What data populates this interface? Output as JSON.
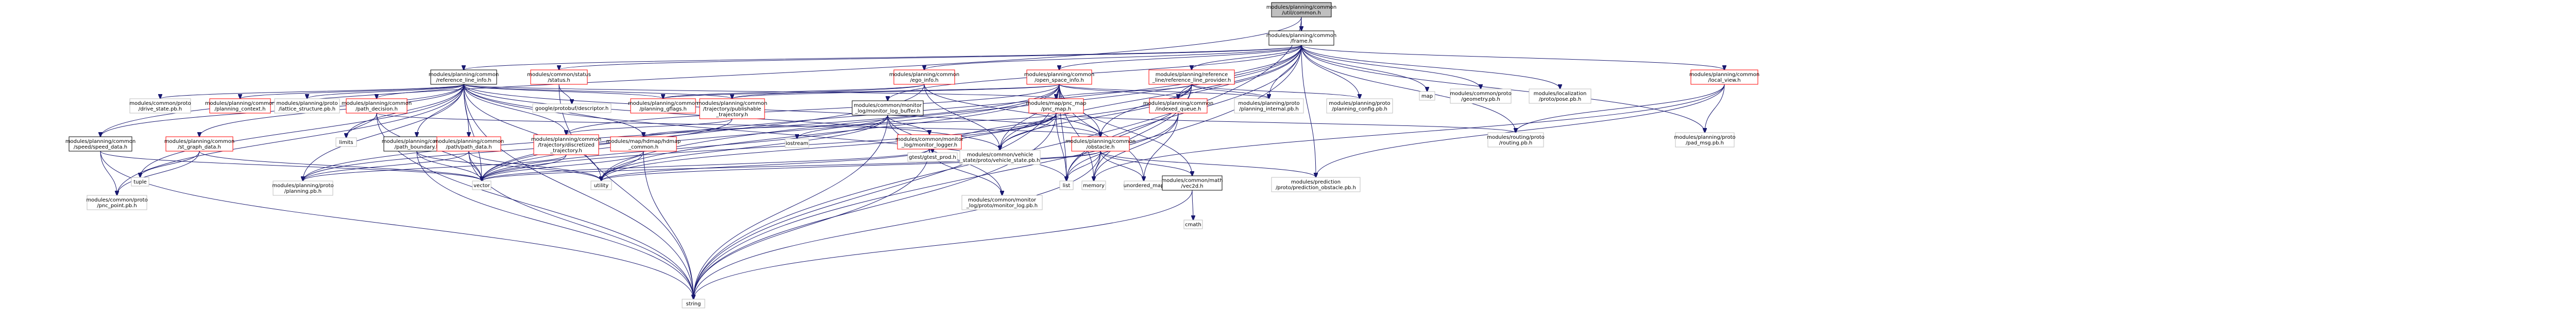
{
  "nodes": [
    {
      "id": "n0",
      "lines": [
        "modules/planning/common",
        "/util/common.h"
      ],
      "style": "root",
      "interactable": false
    },
    {
      "id": "n1",
      "lines": [
        "modules/planning/common",
        "/frame.h"
      ],
      "style": "plain",
      "interactable": true
    },
    {
      "id": "n2",
      "lines": [
        "string"
      ],
      "style": "grey",
      "interactable": false
    },
    {
      "id": "n3",
      "lines": [
        "modules/planning/common",
        "/reference_line_info.h"
      ],
      "style": "plain",
      "interactable": true
    },
    {
      "id": "n4",
      "lines": [
        "modules/common/status",
        "/status.h"
      ],
      "style": "red",
      "interactable": true
    },
    {
      "id": "n5",
      "lines": [
        "modules/planning/common",
        "/ego_info.h"
      ],
      "style": "red",
      "interactable": true
    },
    {
      "id": "n6",
      "lines": [
        "modules/planning/common",
        "/open_space_info.h"
      ],
      "style": "red",
      "interactable": true
    },
    {
      "id": "n7",
      "lines": [
        "modules/common/monitor",
        "_log/monitor_log_buffer.h"
      ],
      "style": "plain",
      "interactable": true
    },
    {
      "id": "n8",
      "lines": [
        "modules/planning/reference",
        "_line/reference_line_provider.h"
      ],
      "style": "red",
      "interactable": true
    },
    {
      "id": "n9",
      "lines": [
        "map"
      ],
      "style": "grey",
      "interactable": false
    },
    {
      "id": "n10",
      "lines": [
        "modules/common/proto",
        "/geometry.pb.h"
      ],
      "style": "grey",
      "interactable": false
    },
    {
      "id": "n11",
      "lines": [
        "modules/localization",
        "/proto/pose.pb.h"
      ],
      "style": "grey",
      "interactable": false
    },
    {
      "id": "n12",
      "lines": [
        "modules/planning/common",
        "/local_view.h"
      ],
      "style": "red",
      "interactable": true
    },
    {
      "id": "n13",
      "lines": [
        "modules/common/proto",
        "/drive_state.pb.h"
      ],
      "style": "grey",
      "interactable": false
    },
    {
      "id": "n14",
      "lines": [
        "modules/planning/common",
        "/planning_context.h"
      ],
      "style": "red",
      "interactable": true
    },
    {
      "id": "n15",
      "lines": [
        "modules/planning/proto",
        "/lattice_structure.pb.h"
      ],
      "style": "grey",
      "interactable": false
    },
    {
      "id": "n16",
      "lines": [
        "modules/planning/common",
        "/path_decision.h"
      ],
      "style": "red",
      "interactable": true
    },
    {
      "id": "n17",
      "lines": [
        "google/protobuf/descriptor.h"
      ],
      "style": "grey",
      "interactable": false
    },
    {
      "id": "n18",
      "lines": [
        "modules/planning/common",
        "/planning_gflags.h"
      ],
      "style": "red",
      "interactable": true
    },
    {
      "id": "n19",
      "lines": [
        "modules/planning/common",
        "/trajectory/publishable",
        "_trajectory.h"
      ],
      "style": "red",
      "interactable": true
    },
    {
      "id": "n20",
      "lines": [
        "modules/map/pnc_map",
        "/pnc_map.h"
      ],
      "style": "red",
      "interactable": true
    },
    {
      "id": "n21",
      "lines": [
        "modules/planning/common",
        "/indexed_queue.h"
      ],
      "style": "red",
      "interactable": true
    },
    {
      "id": "n22",
      "lines": [
        "modules/planning/proto",
        "/planning_internal.pb.h"
      ],
      "style": "grey",
      "interactable": false
    },
    {
      "id": "n23",
      "lines": [
        "modules/planning/proto",
        "/planning_config.pb.h"
      ],
      "style": "grey",
      "interactable": false
    },
    {
      "id": "n24",
      "lines": [
        "modules/routing/proto",
        "/routing.pb.h"
      ],
      "style": "grey",
      "interactable": false
    },
    {
      "id": "n25",
      "lines": [
        "modules/planning/proto",
        "/pad_msg.pb.h"
      ],
      "style": "grey",
      "interactable": false
    },
    {
      "id": "n26",
      "lines": [
        "limits"
      ],
      "style": "grey",
      "interactable": false
    },
    {
      "id": "n27",
      "lines": [
        "modules/planning/common",
        "/speed/speed_data.h"
      ],
      "style": "plain",
      "interactable": true
    },
    {
      "id": "n28",
      "lines": [
        "modules/planning/common",
        "/st_graph_data.h"
      ],
      "style": "red",
      "interactable": true
    },
    {
      "id": "n29",
      "lines": [
        "modules/planning/common",
        "/path_boundary.h"
      ],
      "style": "plain",
      "interactable": true
    },
    {
      "id": "n30",
      "lines": [
        "modules/planning/common",
        "/path/path_data.h"
      ],
      "style": "red",
      "interactable": true
    },
    {
      "id": "n31",
      "lines": [
        "modules/planning/common",
        "/trajectory/discretized",
        "_trajectory.h"
      ],
      "style": "red",
      "interactable": true
    },
    {
      "id": "n32",
      "lines": [
        "modules/map/hdmap/hdmap",
        "_common.h"
      ],
      "style": "red",
      "interactable": true
    },
    {
      "id": "n33",
      "lines": [
        "iostream"
      ],
      "style": "grey",
      "interactable": false
    },
    {
      "id": "n34",
      "lines": [
        "modules/common/monitor",
        "_log/monitor_logger.h"
      ],
      "style": "red",
      "interactable": true
    },
    {
      "id": "n35",
      "lines": [
        "gtest/gtest_prod.h"
      ],
      "style": "grey",
      "interactable": false
    },
    {
      "id": "n36",
      "lines": [
        "modules/common/vehicle",
        "_state/proto/vehicle_state.pb.h"
      ],
      "style": "grey",
      "interactable": false
    },
    {
      "id": "n37",
      "lines": [
        "modules/planning/common",
        "/obstacle.h"
      ],
      "style": "red",
      "interactable": true
    },
    {
      "id": "n38",
      "lines": [
        "modules/prediction",
        "/proto/prediction_obstacle.pb.h"
      ],
      "style": "grey",
      "interactable": false
    },
    {
      "id": "n39",
      "lines": [
        "tuple"
      ],
      "style": "grey",
      "interactable": false
    },
    {
      "id": "n40",
      "lines": [
        "modules/common/proto",
        "/pnc_point.pb.h"
      ],
      "style": "grey",
      "interactable": false
    },
    {
      "id": "n41",
      "lines": [
        "modules/planning/proto",
        "/planning.pb.h"
      ],
      "style": "grey",
      "interactable": false
    },
    {
      "id": "n42",
      "lines": [
        "vector"
      ],
      "style": "grey",
      "interactable": false
    },
    {
      "id": "n43",
      "lines": [
        "utility"
      ],
      "style": "grey",
      "interactable": false
    },
    {
      "id": "n44",
      "lines": [
        "modules/common/monitor",
        "_log/proto/monitor_log.pb.h"
      ],
      "style": "grey",
      "interactable": false
    },
    {
      "id": "n45",
      "lines": [
        "list"
      ],
      "style": "grey",
      "interactable": false
    },
    {
      "id": "n46",
      "lines": [
        "memory"
      ],
      "style": "grey",
      "interactable": false
    },
    {
      "id": "n47",
      "lines": [
        "unordered_map"
      ],
      "style": "grey",
      "interactable": false
    },
    {
      "id": "n48",
      "lines": [
        "modules/common/math",
        "/vec2d.h"
      ],
      "style": "plain",
      "interactable": true
    },
    {
      "id": "n49",
      "lines": [
        "cmath"
      ],
      "style": "grey",
      "interactable": false
    }
  ],
  "edges": [
    [
      "n0",
      "n1"
    ],
    [
      "n0",
      "n2"
    ],
    [
      "n0",
      "n27"
    ],
    [
      "n1",
      "n3"
    ],
    [
      "n1",
      "n4"
    ],
    [
      "n1",
      "n5"
    ],
    [
      "n1",
      "n6"
    ],
    [
      "n1",
      "n7"
    ],
    [
      "n1",
      "n8"
    ],
    [
      "n1",
      "n9"
    ],
    [
      "n1",
      "n10"
    ],
    [
      "n1",
      "n11"
    ],
    [
      "n1",
      "n12"
    ],
    [
      "n1",
      "n2"
    ],
    [
      "n1",
      "n21"
    ],
    [
      "n1",
      "n22"
    ],
    [
      "n1",
      "n23"
    ],
    [
      "n1",
      "n24"
    ],
    [
      "n1",
      "n25"
    ],
    [
      "n1",
      "n37"
    ],
    [
      "n1",
      "n36"
    ],
    [
      "n1",
      "n38"
    ],
    [
      "n1",
      "n45"
    ],
    [
      "n1",
      "n42"
    ],
    [
      "n1",
      "n43"
    ],
    [
      "n3",
      "n13"
    ],
    [
      "n3",
      "n14"
    ],
    [
      "n3",
      "n15"
    ],
    [
      "n3",
      "n16"
    ],
    [
      "n3",
      "n18"
    ],
    [
      "n3",
      "n19"
    ],
    [
      "n3",
      "n20"
    ],
    [
      "n3",
      "n26"
    ],
    [
      "n3",
      "n27"
    ],
    [
      "n3",
      "n28"
    ],
    [
      "n3",
      "n29"
    ],
    [
      "n3",
      "n30"
    ],
    [
      "n3",
      "n31"
    ],
    [
      "n3",
      "n32"
    ],
    [
      "n3",
      "n37"
    ],
    [
      "n3",
      "n36"
    ],
    [
      "n3",
      "n42"
    ],
    [
      "n3",
      "n43"
    ],
    [
      "n3",
      "n45"
    ],
    [
      "n3",
      "n2"
    ],
    [
      "n3",
      "n41"
    ],
    [
      "n3",
      "n40"
    ],
    [
      "n3",
      "n39"
    ],
    [
      "n4",
      "n17"
    ],
    [
      "n4",
      "n2"
    ],
    [
      "n5",
      "n18"
    ],
    [
      "n5",
      "n19"
    ],
    [
      "n5",
      "n37"
    ],
    [
      "n5",
      "n36"
    ],
    [
      "n5",
      "n42"
    ],
    [
      "n6",
      "n18"
    ],
    [
      "n6",
      "n19"
    ],
    [
      "n6",
      "n20"
    ],
    [
      "n6",
      "n21"
    ],
    [
      "n6",
      "n37"
    ],
    [
      "n6",
      "n36"
    ],
    [
      "n6",
      "n22"
    ],
    [
      "n6",
      "n41"
    ],
    [
      "n6",
      "n31"
    ],
    [
      "n6",
      "n42"
    ],
    [
      "n6",
      "n43"
    ],
    [
      "n6",
      "n45"
    ],
    [
      "n6",
      "n46"
    ],
    [
      "n6",
      "n2"
    ],
    [
      "n6",
      "n47"
    ],
    [
      "n6",
      "n48"
    ],
    [
      "n7",
      "n33"
    ],
    [
      "n7",
      "n34"
    ],
    [
      "n7",
      "n35"
    ],
    [
      "n7",
      "n42"
    ],
    [
      "n7",
      "n43"
    ],
    [
      "n7",
      "n44"
    ],
    [
      "n7",
      "n2"
    ],
    [
      "n8",
      "n20"
    ],
    [
      "n8",
      "n21"
    ],
    [
      "n8",
      "n35"
    ],
    [
      "n8",
      "n36"
    ],
    [
      "n8",
      "n45"
    ],
    [
      "n8",
      "n46"
    ],
    [
      "n8",
      "n22"
    ],
    [
      "n8",
      "n23"
    ],
    [
      "n12",
      "n25"
    ],
    [
      "n12",
      "n24"
    ],
    [
      "n12",
      "n38"
    ],
    [
      "n12",
      "n46"
    ],
    [
      "n16",
      "n26"
    ],
    [
      "n16",
      "n37"
    ],
    [
      "n16",
      "n2"
    ],
    [
      "n16",
      "n42"
    ],
    [
      "n19",
      "n31"
    ],
    [
      "n19",
      "n41"
    ],
    [
      "n20",
      "n24"
    ],
    [
      "n20",
      "n32"
    ],
    [
      "n20",
      "n36"
    ],
    [
      "n20",
      "n2"
    ],
    [
      "n20",
      "n42"
    ],
    [
      "n20",
      "n43"
    ],
    [
      "n20",
      "n45"
    ],
    [
      "n20",
      "n35"
    ],
    [
      "n21",
      "n47"
    ],
    [
      "n21",
      "n46"
    ],
    [
      "n21",
      "n45"
    ],
    [
      "n27",
      "n40"
    ],
    [
      "n27",
      "n42"
    ],
    [
      "n27",
      "n2"
    ],
    [
      "n28",
      "n39"
    ],
    [
      "n28",
      "n40"
    ],
    [
      "n28",
      "n42"
    ],
    [
      "n29",
      "n42"
    ],
    [
      "n29",
      "n2"
    ],
    [
      "n29",
      "n43"
    ],
    [
      "n30",
      "n41"
    ],
    [
      "n30",
      "n42"
    ],
    [
      "n30",
      "n2"
    ],
    [
      "n30",
      "n43"
    ],
    [
      "n31",
      "n42"
    ],
    [
      "n31",
      "n41"
    ],
    [
      "n32",
      "n2"
    ],
    [
      "n32",
      "n42"
    ],
    [
      "n32",
      "n43"
    ],
    [
      "n34",
      "n44"
    ],
    [
      "n34",
      "n2"
    ],
    [
      "n34",
      "n42"
    ],
    [
      "n34",
      "n43"
    ],
    [
      "n37",
      "n38"
    ],
    [
      "n37",
      "n46"
    ],
    [
      "n37",
      "n45"
    ],
    [
      "n37",
      "n47"
    ],
    [
      "n37",
      "n48"
    ],
    [
      "n37",
      "n42"
    ],
    [
      "n37",
      "n2"
    ],
    [
      "n37",
      "n43"
    ],
    [
      "n48",
      "n49"
    ],
    [
      "n48",
      "n2"
    ]
  ]
}
